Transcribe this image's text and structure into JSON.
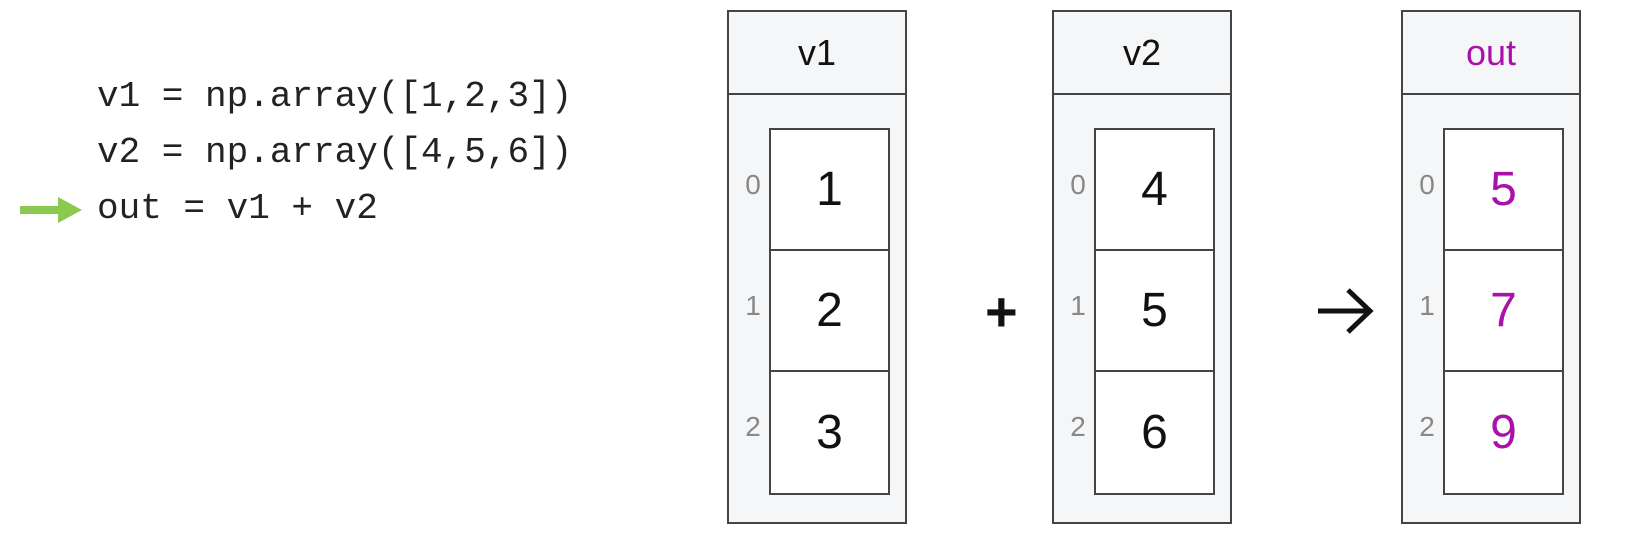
{
  "code": {
    "lines": [
      "v1 = np.array([1,2,3])",
      "v2 = np.array([4,5,6])",
      "out = v1 + v2"
    ],
    "current_line_index": 2
  },
  "arrays": {
    "v1": {
      "name": "v1",
      "indices": [
        "0",
        "1",
        "2"
      ],
      "values": [
        "1",
        "2",
        "3"
      ]
    },
    "v2": {
      "name": "v2",
      "indices": [
        "0",
        "1",
        "2"
      ],
      "values": [
        "4",
        "5",
        "6"
      ]
    },
    "out": {
      "name": "out",
      "indices": [
        "0",
        "1",
        "2"
      ],
      "values": [
        "5",
        "7",
        "9"
      ]
    }
  },
  "operators": {
    "plus": "+"
  },
  "colors": {
    "pointer_arrow": "#8cc950",
    "result_text": "#aa11aa",
    "box_fill": "#f5f6f7",
    "border": "#444444",
    "index_text": "#888888"
  },
  "icons": {
    "pointer": "current-line-arrow-icon",
    "result": "right-arrow-icon"
  }
}
